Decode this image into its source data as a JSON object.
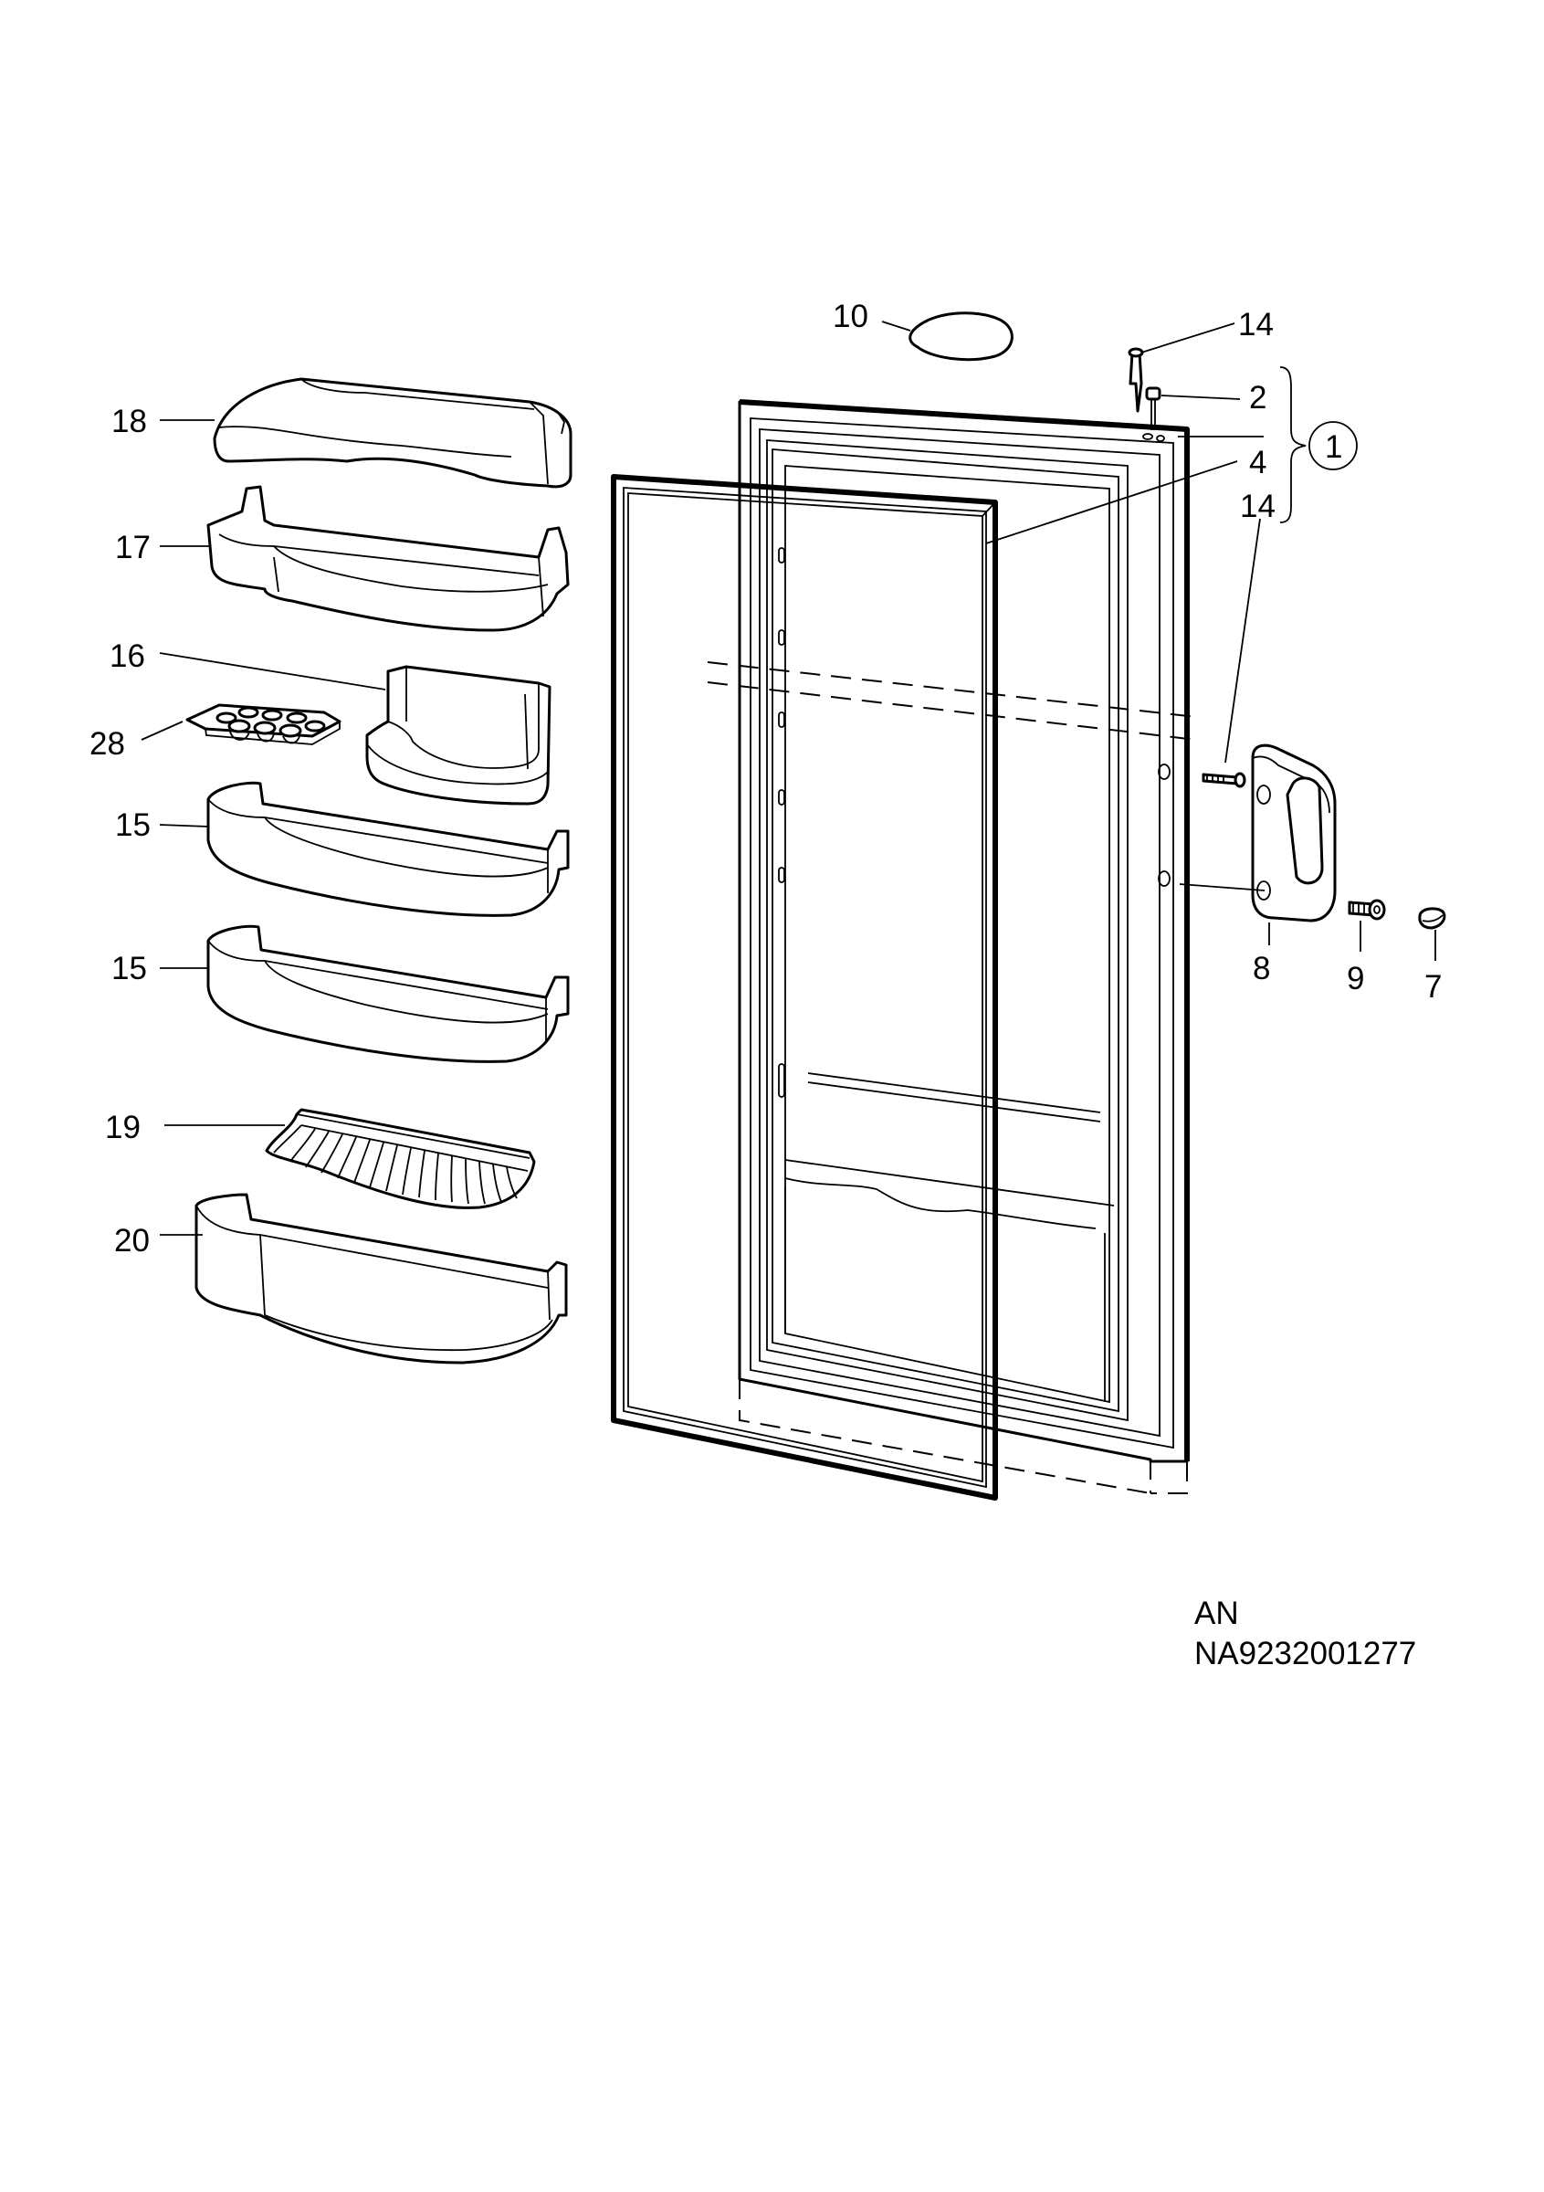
{
  "callouts": {
    "c10": "10",
    "c14_top": "14",
    "c2": "2",
    "c1": "1",
    "c4": "4",
    "c14_mid": "14",
    "c18": "18",
    "c17": "17",
    "c16": "16",
    "c28": "28",
    "c15_upper": "15",
    "c15_lower": "15",
    "c19": "19",
    "c20": "20",
    "c8": "8",
    "c9": "9",
    "c7": "7"
  },
  "footer": {
    "code": "AN",
    "reference": "NA9232001277"
  },
  "colors": {
    "ink": "#000000",
    "paper": "#ffffff"
  }
}
